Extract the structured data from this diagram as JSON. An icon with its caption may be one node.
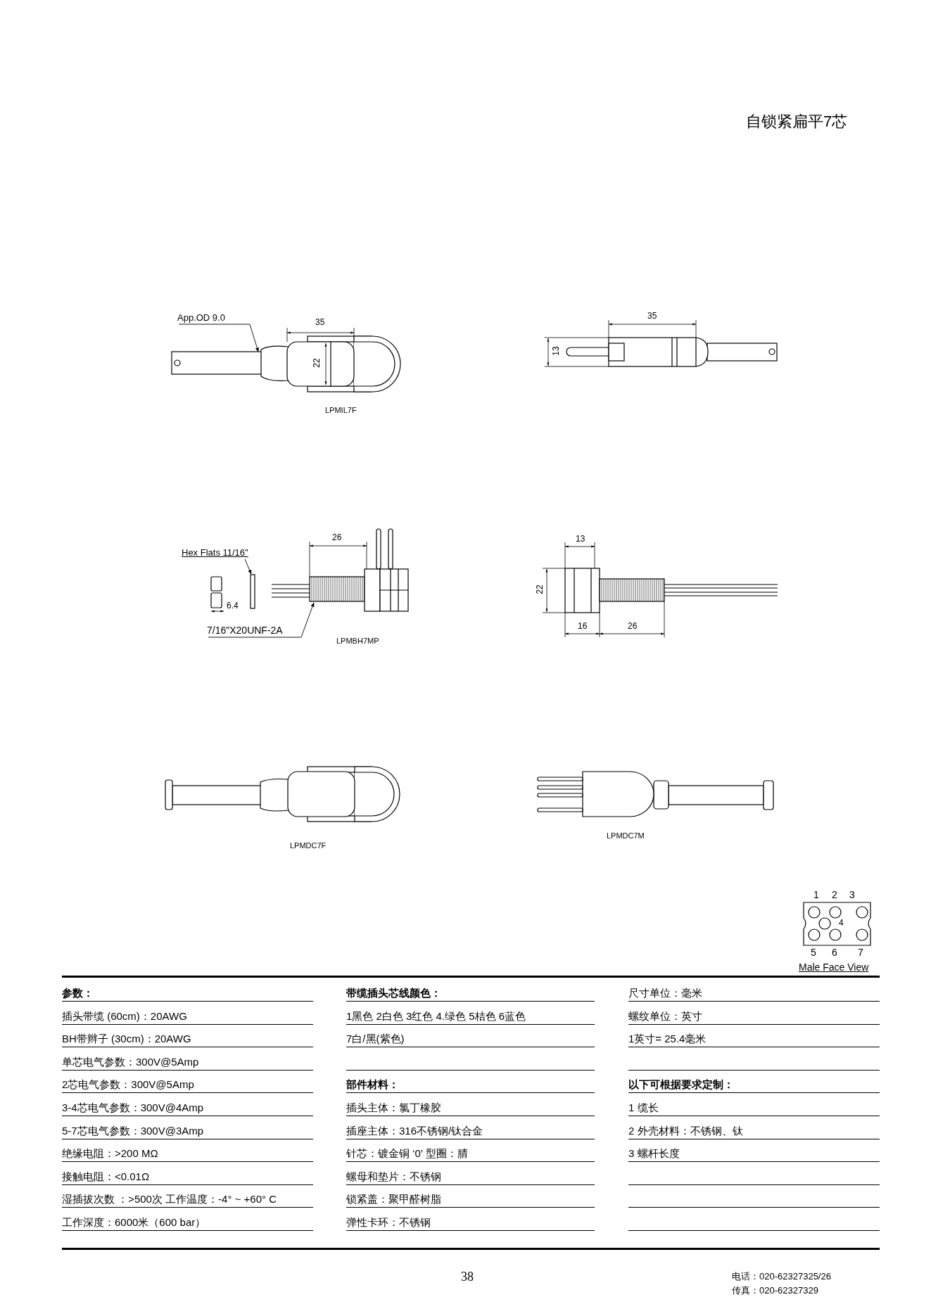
{
  "diagram": {
    "title": "自锁紧扁平7芯",
    "nodes": [
      {
        "text": [
          "App.OD 9.0"
        ]
      },
      {
        "text": [
          "Hex Flats 11/16\""
        ]
      },
      {
        "text": [
          "7/16\"X20UNF-2A"
        ]
      }
    ],
    "edges": [
      {
        "from": 0,
        "to": null,
        "arrow": "to"
      },
      {
        "from": 1,
        "to": null,
        "arrow": "to"
      },
      {
        "from": 2,
        "to": null,
        "arrow": "to"
      }
    ],
    "labels": [
      "35",
      "35",
      "22",
      "13",
      "LPMIL7F",
      "26",
      "13",
      "6.4",
      "22",
      "16",
      "26",
      "LPMBH7MP",
      "LPMDC7M",
      "LPMDC7F",
      "1",
      "2",
      "3",
      "4",
      "5",
      "6",
      "7",
      "Male Face View",
      "参数：",
      "插头带缆 (60cm)：20AWG",
      "BH带辫子 (30cm)：20AWG",
      "单芯电气参数：300V@5Amp",
      "2芯电气参数：300V@5Amp",
      "3-4芯电气参数：300V@4Amp",
      "5-7芯电气参数：300V@3Amp",
      "绝缘电阻：>200 MΩ",
      "接触电阻：<0.01Ω",
      "湿插拔次数 ：>500次 工作温度：-4° ~ +60° C",
      "工作深度：6000米（600 bar）",
      "带缆插头芯线颜色：",
      "1黑色 2白色 3红色 4.绿色 5桔色 6蓝色",
      "7白/黑(紫色)",
      "部件材料：",
      "插头主体：氯丁橡胶",
      "插座主体：316不锈钢/钛合金",
      "针芯：镀金铜 ‘0’ 型圈：腈",
      "螺母和垫片：不锈钢",
      "锁紧盖：聚甲醛树脂",
      "弹性卡环：不锈钢",
      "尺寸单位：毫米",
      "螺纹单位：英寸",
      "1英寸= 25.4毫米",
      "以下可根据要求定制：",
      "1 缆长",
      "2 外壳材料：不锈钢、钛",
      "3 螺杆长度",
      "38",
      "电话：020-62327325/26",
      "传真：020-62327329"
    ]
  }
}
